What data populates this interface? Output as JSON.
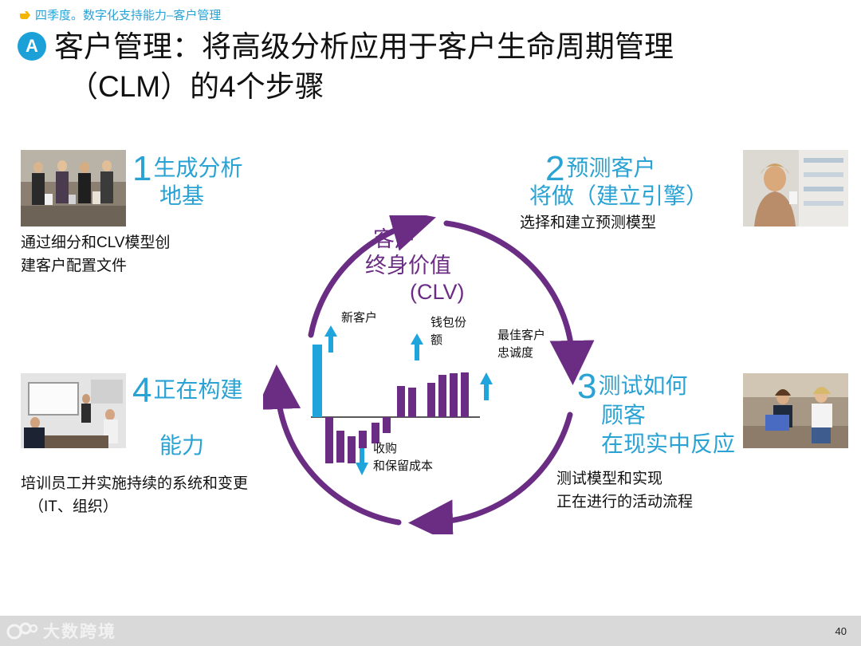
{
  "breadcrumb": "四季度。数字化支持能力–客户管理",
  "badge": "A",
  "title": {
    "line1": "客户管理：将高级分析应用于客户生命周期管理",
    "line2": "（CLM）的4个步骤"
  },
  "steps": [
    {
      "num": "1",
      "title_line1": "生成分析",
      "title_line2": "地基",
      "desc_line1": "通过细分和CLV模型创",
      "desc_line2": "建客户配置文件"
    },
    {
      "num": "2",
      "title_line1": "预测客户",
      "title_line2": "将做（建立引擎）",
      "desc_line1": "选择和建立预测模型"
    },
    {
      "num": "3",
      "title_line1": "测试如何",
      "title_line2": "顾客",
      "title_line3": "在现实中反应",
      "desc_line1": "测试模型和实现",
      "desc_line2": "正在进行的活动流程"
    },
    {
      "num": "4",
      "title_line1": "正在构建",
      "title_line2": "能力",
      "desc_line1": "培训员工并实施持续的系统和变更",
      "desc_line2": "（IT、组织）"
    }
  ],
  "center": {
    "line1": "客户",
    "line2": "终身价值",
    "line3": "(CLV)"
  },
  "labels": {
    "new_customers": "新客户",
    "wallet_line1": "钱包份",
    "wallet_line2": "额",
    "loyalty_line1": "最佳客户",
    "loyalty_line2": "忠诚度",
    "cost_line1": "收购",
    "cost_line2": "和保留成本"
  },
  "footer": {
    "logo_text": "大数跨境",
    "page": "40"
  },
  "colors": {
    "accent_blue": "#1ba0d8",
    "purple": "#6b2d84",
    "arrow_blue": "#1fa5dc"
  }
}
